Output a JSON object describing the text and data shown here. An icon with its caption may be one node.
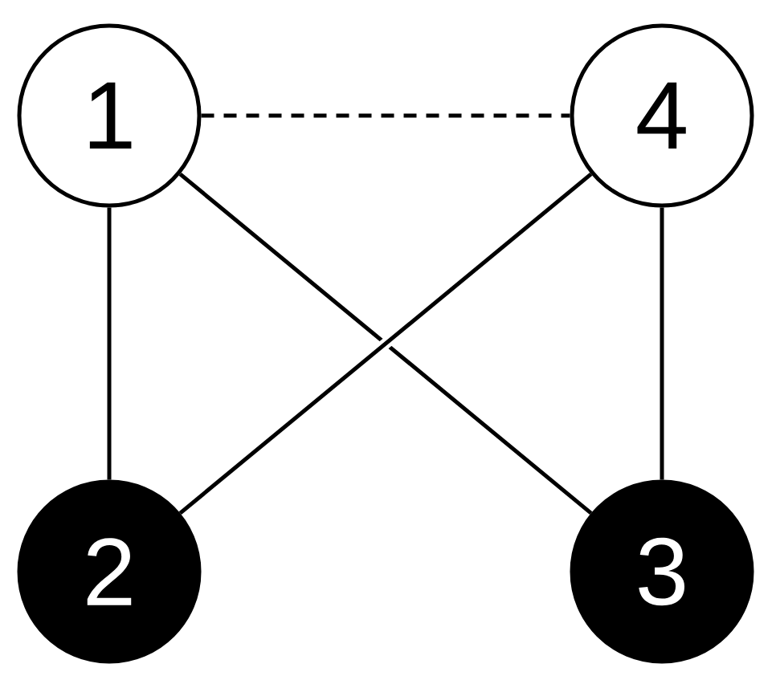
{
  "diagram": {
    "nodes": [
      {
        "text": [
          "1"
        ]
      },
      {
        "text": [
          "2"
        ]
      },
      {
        "text": [
          "3"
        ]
      },
      {
        "text": [
          "4"
        ]
      }
    ],
    "edges": [
      {
        "from": 0,
        "to": 3,
        "arrow": "none",
        "style": "dashed"
      },
      {
        "from": 0,
        "to": 1,
        "arrow": "none"
      },
      {
        "from": 0,
        "to": 2,
        "arrow": "none"
      },
      {
        "from": 3,
        "to": 1,
        "arrow": "none"
      },
      {
        "from": 3,
        "to": 2,
        "arrow": "none"
      }
    ]
  }
}
